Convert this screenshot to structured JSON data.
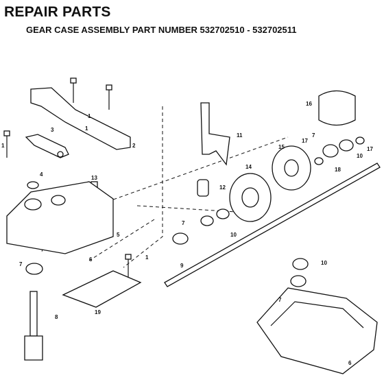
{
  "header": {
    "title": "REPAIR PARTS",
    "subtitle": "GEAR CASE ASSEMBLY PART NUMBER 532702510 - 532702511"
  },
  "callouts": [
    "1",
    "1",
    "1",
    "1",
    "2",
    "3",
    "4",
    "5",
    "6",
    "6",
    "7",
    "7",
    "7",
    "7",
    "8",
    "9",
    "10",
    "10",
    "10",
    "11",
    "12",
    "13",
    "14",
    "15",
    "16",
    "17",
    "17",
    "18",
    "19"
  ]
}
